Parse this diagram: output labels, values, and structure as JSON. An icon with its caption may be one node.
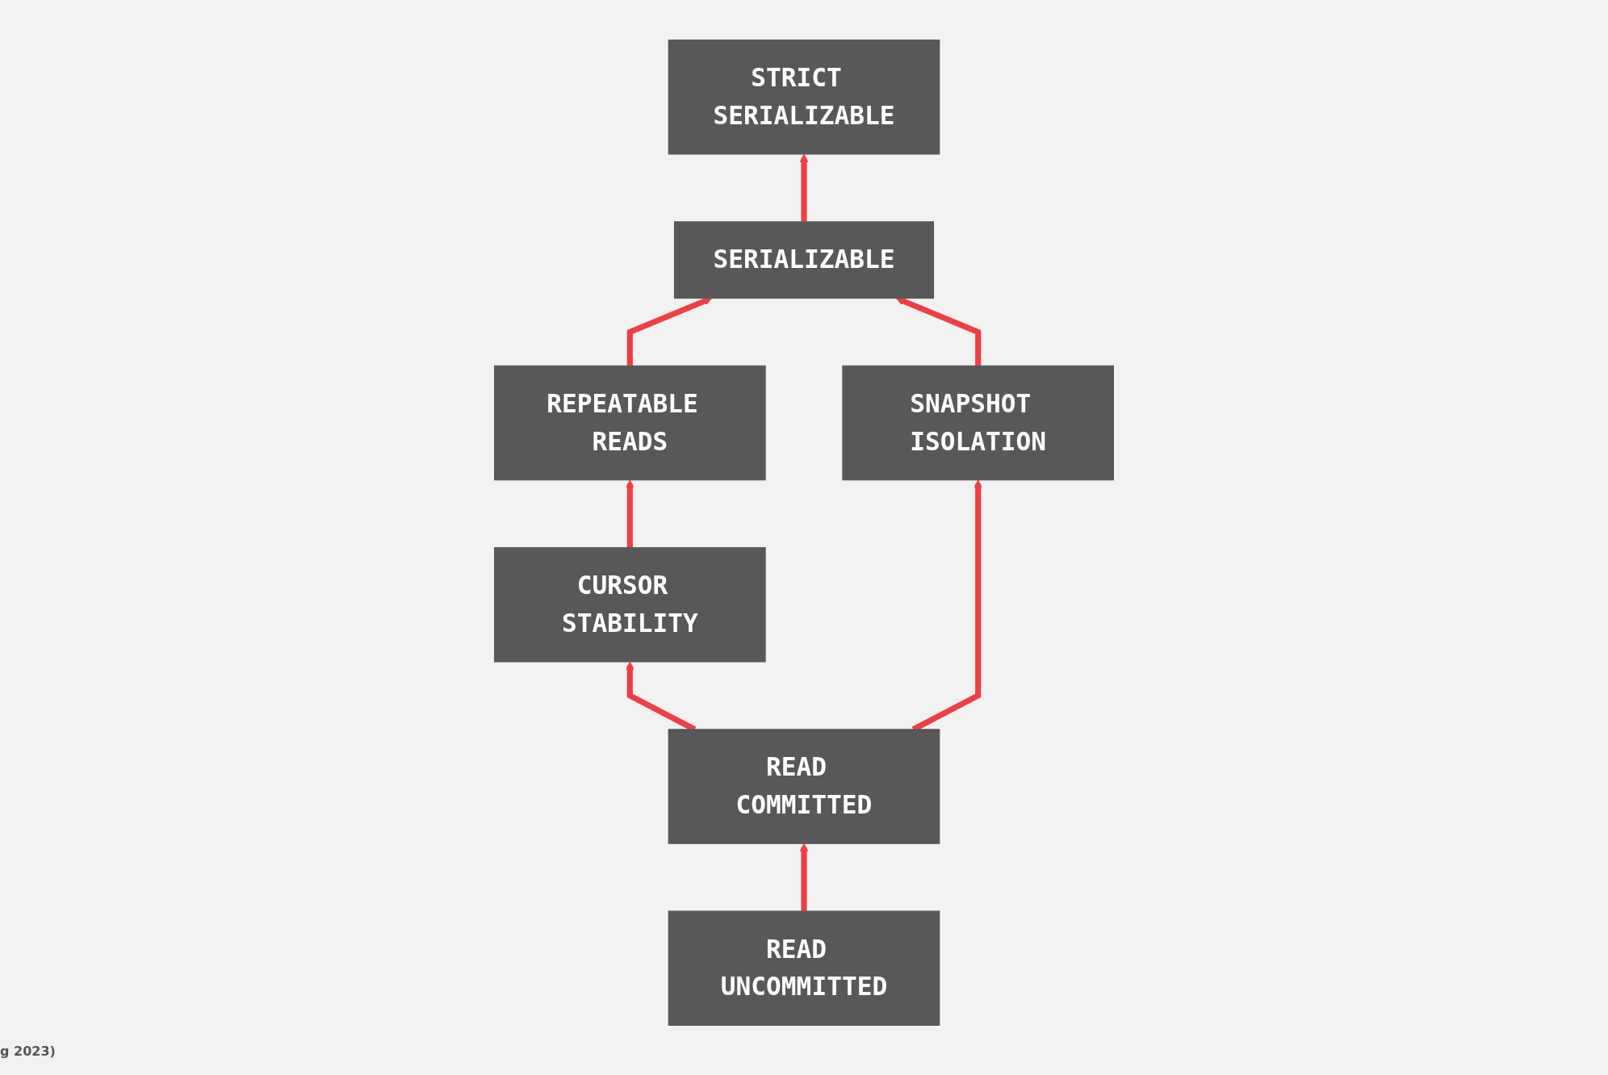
{
  "diagram": {
    "nodes": [
      {
        "text": [
          "STRICT SERIALIZABLE"
        ]
      },
      {
        "text": [
          "SERIALIZABLE"
        ]
      },
      {
        "text": [
          "REPEATABLE READS"
        ]
      },
      {
        "text": [
          "SNAPSHOT ISOLATION"
        ]
      },
      {
        "text": [
          "CURSOR STABILITY"
        ]
      },
      {
        "text": [
          "READ COMMITTED"
        ]
      },
      {
        "text": [
          "READ UNCOMMITTED"
        ]
      }
    ],
    "edges": [
      {
        "from": 1,
        "to": 0,
        "arrow": "to"
      },
      {
        "from": 2,
        "to": 1,
        "arrow": "to"
      },
      {
        "from": 3,
        "to": 1,
        "arrow": "to"
      },
      {
        "from": 4,
        "to": 2,
        "arrow": "to"
      },
      {
        "from": 5,
        "to": 4,
        "arrow": "to"
      },
      {
        "from": 5,
        "to": 3,
        "arrow": "to"
      },
      {
        "from": 6,
        "to": 5,
        "arrow": "to"
      }
    ],
    "labels": [
      "g 2023)"
    ]
  }
}
